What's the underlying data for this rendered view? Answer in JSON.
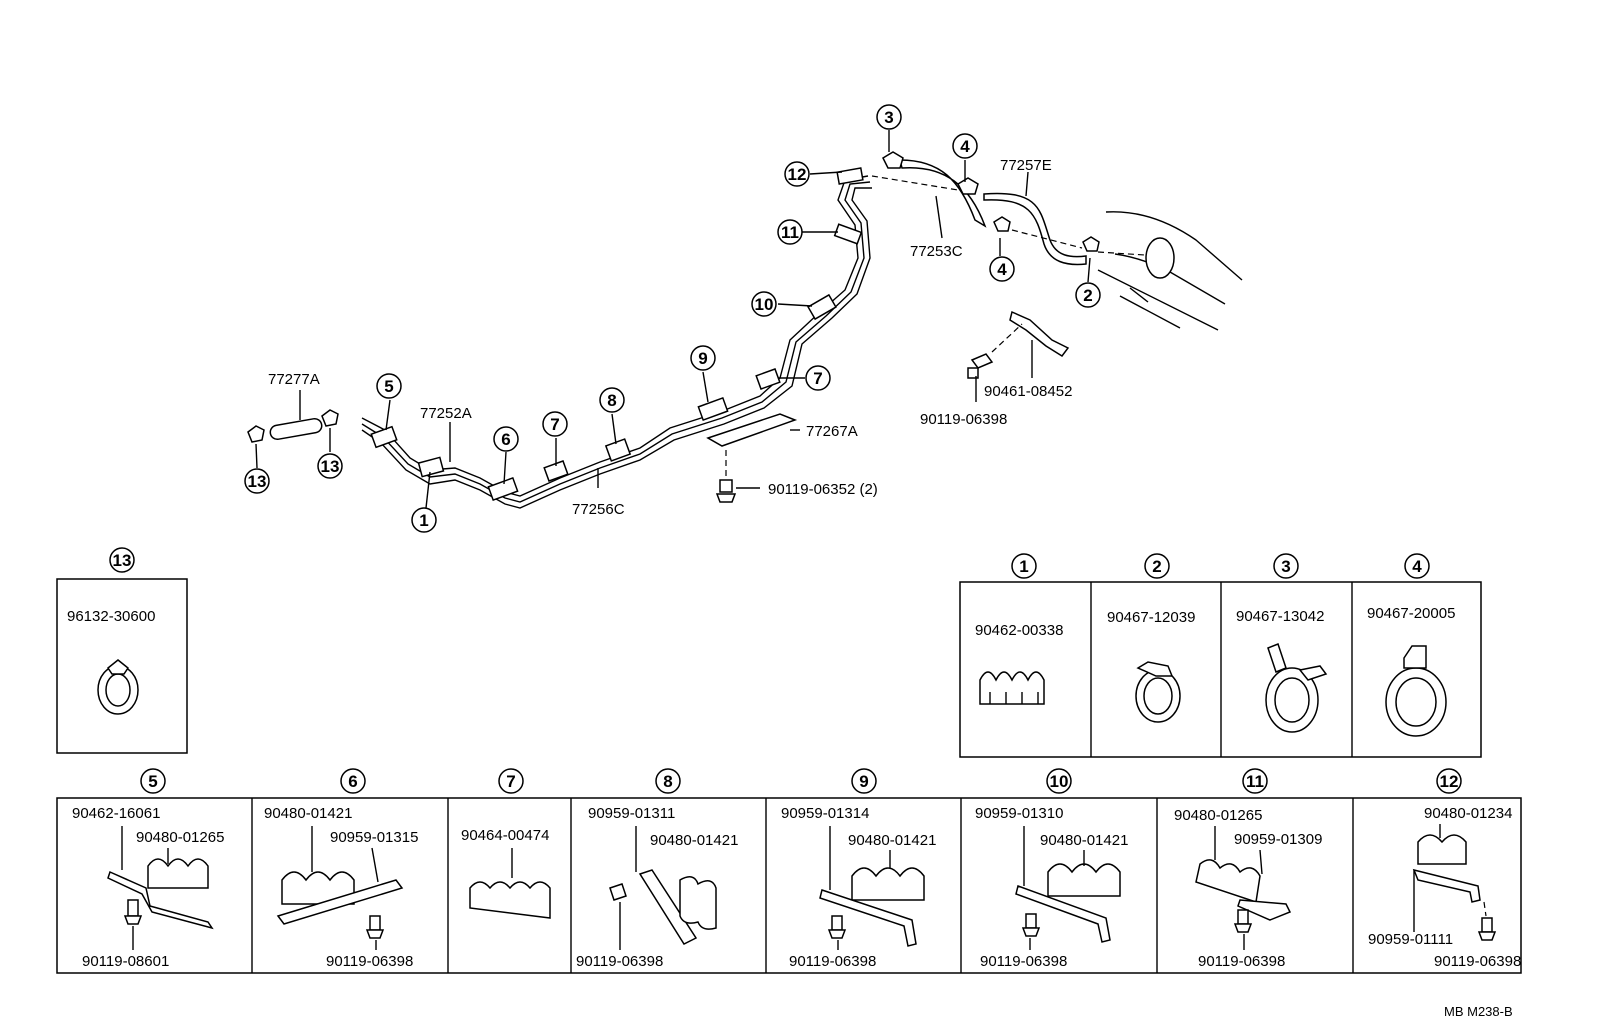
{
  "main_labels": [
    {
      "id": "p77277A",
      "text": "77277A"
    },
    {
      "id": "p77252A",
      "text": "77252A"
    },
    {
      "id": "p77256C",
      "text": "77256C"
    },
    {
      "id": "p77267A",
      "text": "77267A"
    },
    {
      "id": "p90119_06352",
      "text": "90119-06352 (2)"
    },
    {
      "id": "p77253C",
      "text": "77253C"
    },
    {
      "id": "p77257E",
      "text": "77257E"
    },
    {
      "id": "p90461_08452",
      "text": "90461-08452"
    },
    {
      "id": "p90119_06398_main",
      "text": "90119-06398"
    }
  ],
  "callouts": [
    {
      "id": "c3",
      "num": "3"
    },
    {
      "id": "c4a",
      "num": "4"
    },
    {
      "id": "c12",
      "num": "12"
    },
    {
      "id": "c11",
      "num": "11"
    },
    {
      "id": "c4b",
      "num": "4"
    },
    {
      "id": "c2",
      "num": "2"
    },
    {
      "id": "c10",
      "num": "10"
    },
    {
      "id": "c9",
      "num": "9"
    },
    {
      "id": "c7a",
      "num": "7"
    },
    {
      "id": "c5",
      "num": "5"
    },
    {
      "id": "c8",
      "num": "8"
    },
    {
      "id": "c7b",
      "num": "7"
    },
    {
      "id": "c6",
      "num": "6"
    },
    {
      "id": "c13a",
      "num": "13"
    },
    {
      "id": "c13b",
      "num": "13"
    },
    {
      "id": "c1",
      "num": "1"
    }
  ],
  "detail_panels": [
    {
      "num": "13",
      "parts": [
        "96132-30600"
      ]
    },
    {
      "num": "1",
      "parts": [
        "90462-00338"
      ]
    },
    {
      "num": "2",
      "parts": [
        "90467-12039"
      ]
    },
    {
      "num": "3",
      "parts": [
        "90467-13042"
      ]
    },
    {
      "num": "4",
      "parts": [
        "90467-20005"
      ]
    },
    {
      "num": "5",
      "parts": [
        "90462-16061",
        "90480-01265",
        "90119-08601"
      ]
    },
    {
      "num": "6",
      "parts": [
        "90480-01421",
        "90959-01315",
        "90119-06398"
      ]
    },
    {
      "num": "7",
      "parts": [
        "90464-00474"
      ]
    },
    {
      "num": "8",
      "parts": [
        "90959-01311",
        "90480-01421",
        "90119-06398"
      ]
    },
    {
      "num": "9",
      "parts": [
        "90959-01314",
        "90480-01421",
        "90119-06398"
      ]
    },
    {
      "num": "10",
      "parts": [
        "90959-01310",
        "90480-01421",
        "90119-06398"
      ]
    },
    {
      "num": "11",
      "parts": [
        "90480-01265",
        "90959-01309",
        "90119-06398"
      ]
    },
    {
      "num": "12",
      "parts": [
        "90480-01234",
        "90959-01111",
        "90119-06398"
      ]
    }
  ],
  "figure_code": "MB M238-B"
}
